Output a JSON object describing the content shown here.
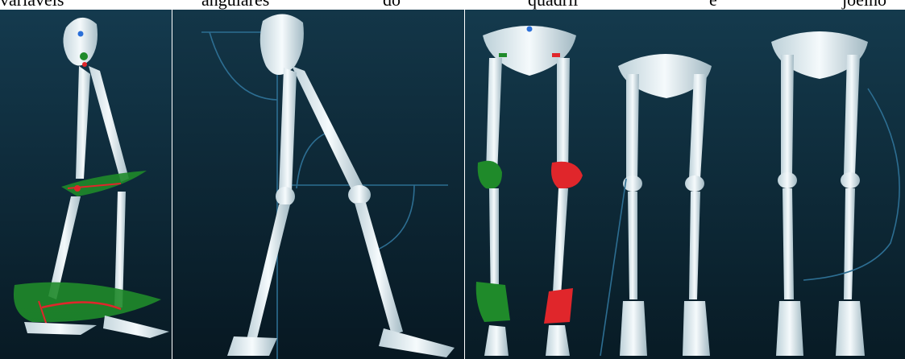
{
  "caption": {
    "words": [
      "variáveis",
      "angulares",
      "do",
      "quadril",
      "e",
      "joelho"
    ]
  },
  "figure": {
    "panels": [
      {
        "name": "overlay-tracking-panel",
        "icon": "skeleton-legs-side-icon",
        "markers": [
          "blue",
          "green",
          "red"
        ]
      },
      {
        "name": "angle-measurement-panel",
        "icon": "skeleton-legs-angle-icon"
      },
      {
        "name": "frontal-joint-panel",
        "icon": "skeleton-legs-front-icon",
        "markers": [
          "green",
          "red"
        ]
      }
    ],
    "colors": {
      "background": "#0b2230",
      "bone": "#e9f2f6",
      "bone_shadow": "#9bb3be",
      "guide_line": "#2d6e92",
      "marker_green": "#1f8a2a",
      "marker_red": "#e0262b",
      "marker_blue": "#2a6fd8"
    }
  }
}
